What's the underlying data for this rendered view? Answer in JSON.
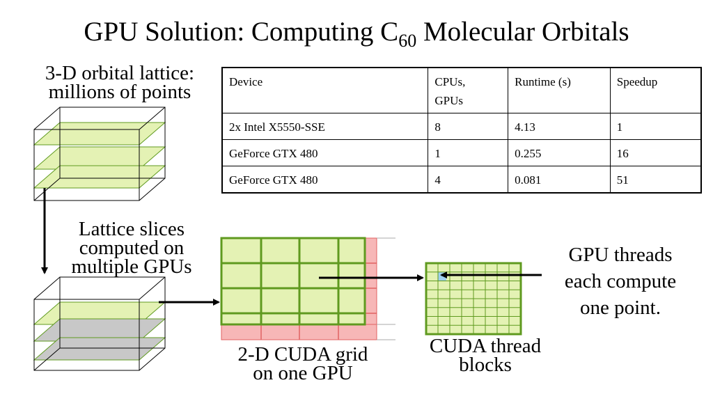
{
  "title": {
    "prefix": "GPU Solution: Computing C",
    "subscript": "60",
    "suffix": " Molecular Orbitals"
  },
  "labels": {
    "lattice_line1": "3-D orbital lattice:",
    "lattice_line2": "millions of points",
    "slices_line1": "Lattice slices",
    "slices_line2": "computed on",
    "slices_line3": "multiple GPUs",
    "grid_line1": "2-D CUDA grid",
    "grid_line2": "on one GPU",
    "blocks_line1": "CUDA thread",
    "blocks_line2": "blocks",
    "threads_line1": "GPU threads",
    "threads_line2": "each compute",
    "threads_line3": "one point."
  },
  "table": {
    "headers": {
      "device": "Device",
      "units_line1": "CPUs,",
      "units_line2": "GPUs",
      "runtime": "Runtime (s)",
      "speedup": "Speedup"
    },
    "rows": [
      {
        "device": "2x Intel X5550-SSE",
        "units": "8",
        "runtime": "4.13",
        "speedup": "1"
      },
      {
        "device": "GeForce GTX 480",
        "units": "1",
        "runtime": "0.255",
        "speedup": "16"
      },
      {
        "device": "GeForce GTX 480",
        "units": "4",
        "runtime": "0.081",
        "speedup": "51"
      }
    ]
  },
  "colors": {
    "slice_green": "#e4f2b4",
    "grid_border_green": "#5f9a1f",
    "padding_red": "#f7b7b7",
    "padding_line_red": "#e06262",
    "slice_gray": "#c8c8c8",
    "thread_blue": "#9fd0ef"
  }
}
